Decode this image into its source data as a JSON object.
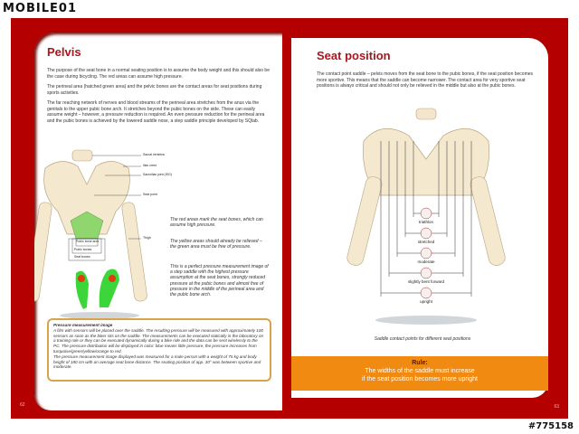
{
  "watermark": {
    "logo": "MOBILE01",
    "id": "#775158"
  },
  "left": {
    "title": "Pelvis",
    "paragraphs": [
      "The purpose of the seat bone in a normal seating position is to assume the body weight and this should also be the case during bicycling. The red areas can assume high pressure.",
      "The perineal area (hatched green area) and the pelvic bones are the contact areas for seat positions during sports activities.",
      "The far reaching network of nerves and blood streams of the perineal area stretches from the anus via the genitals to the upper pubic bone arch. It stretches beyond the pubic bones on the side. These can easily assume weight – however, a pressure reduction is required. An even pressure reduction for the perineal area and the pubic bones is achieved by the lowered saddle nose, a step saddle principle developed by SQlab."
    ],
    "diagram_labels": [
      "Sacral vertebra",
      "Iliac crest",
      "Sacroiliac joint (ISG)",
      "Seat point",
      "Thigh",
      "Pubic bone arch",
      "Pubic bones",
      "Seat bones"
    ],
    "captions": [
      "The red areas mark the seat bones, which can assume high pressure.",
      "The yellow areas should already be relieved – the green area must be free of pressure.",
      "This is a perfect pressure measurement image of a step saddle with the highest pressure assumption at the seat bones, strongly reduced pressure at the pubic bones and almost free of pressure in the middle of the perineal area and the pubic bone arch."
    ],
    "box": {
      "title": "Pressure measurement image",
      "text1": "A film with sensors will be placed over the saddle. The resulting pressure will be measured with approximately 100 sensors as soon as the biker sits on the saddle. The measurements can be executed statically in the laboratory on a training role or they can be executed dynamically during a bike ride and the data can be sent wirelessly to the PC. The pressure distribution will be displayed in color: blue means little pressure, the pressure increases from turquoise/green/yellow/orange to red.",
      "text2": "The pressure measurement image displayed was measured for a male person with a weight of 75 kg and body height of 180 cm with an average seat bone distance. The seating position of app. 30° was between sportive and moderate."
    },
    "page_number": "62"
  },
  "right": {
    "title": "Seat position",
    "paragraph": "The contact point saddle – pelvis moves from the seat bone to the pubic bones, if the seat position becomes more sportive. This means that the saddle can become narrower. The contact area for very sportive seat positions is always critical and should not only be relieved in the middle but also at the pubic bones.",
    "positions": [
      "triathlon",
      "stretched",
      "moderate",
      "slightly bent forward",
      "upright"
    ],
    "caption": "Saddle contact points for different seat positions",
    "rule_title": "Rule:",
    "rule_text1": "The widths of the saddle must increase",
    "rule_text2": "if the seat position becomes more upright",
    "page_number": "63"
  },
  "colors": {
    "red": "#b50000",
    "title": "#a8161e",
    "orange": "#f08a10",
    "box_border": "#d7a44c"
  }
}
